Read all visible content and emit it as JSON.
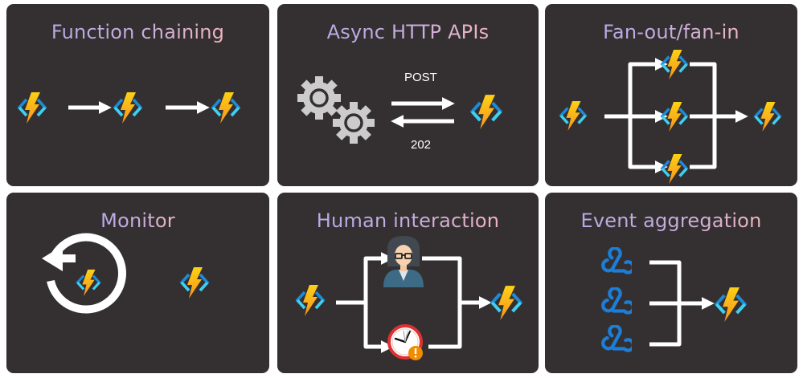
{
  "page": {
    "background": "#ffffff",
    "panel_background": "#343031",
    "title_gradient": [
      "#b9a9e6",
      "#f0b5bf"
    ]
  },
  "panels": [
    {
      "id": "function-chaining",
      "title": "Function chaining",
      "nodes": [
        "azure-function-icon",
        "azure-function-icon",
        "azure-function-icon"
      ]
    },
    {
      "id": "async-http-apis",
      "title": "Async HTTP APIs",
      "request_label": "POST",
      "response_label": "202",
      "nodes": [
        "gears-icon",
        "azure-function-icon"
      ]
    },
    {
      "id": "fan-out-fan-in",
      "title": "Fan-out/fan-in",
      "nodes": [
        "azure-function-icon",
        "azure-function-icon",
        "azure-function-icon",
        "azure-function-icon",
        "azure-function-icon"
      ]
    },
    {
      "id": "monitor",
      "title": "Monitor",
      "nodes": [
        "refresh-loop-icon",
        "azure-function-icon"
      ]
    },
    {
      "id": "human-interaction",
      "title": "Human interaction",
      "nodes": [
        "azure-function-icon",
        "person-icon",
        "clock-alert-icon",
        "azure-function-icon"
      ]
    },
    {
      "id": "event-aggregation",
      "title": "Event aggregation",
      "nodes": [
        "webhook-icon",
        "webhook-icon",
        "webhook-icon",
        "azure-function-icon"
      ]
    }
  ],
  "colors": {
    "bracket_dark": "#1f8ad6",
    "bracket_light": "#3fd0f0",
    "bolt_top": "#fcd116",
    "bolt_bottom": "#f7931e",
    "gear": "#cccccc",
    "arrow": "#ffffff",
    "webhook": "#1c7ed6",
    "clock_rim": "#e03131",
    "alert_badge": "#f08c00"
  }
}
